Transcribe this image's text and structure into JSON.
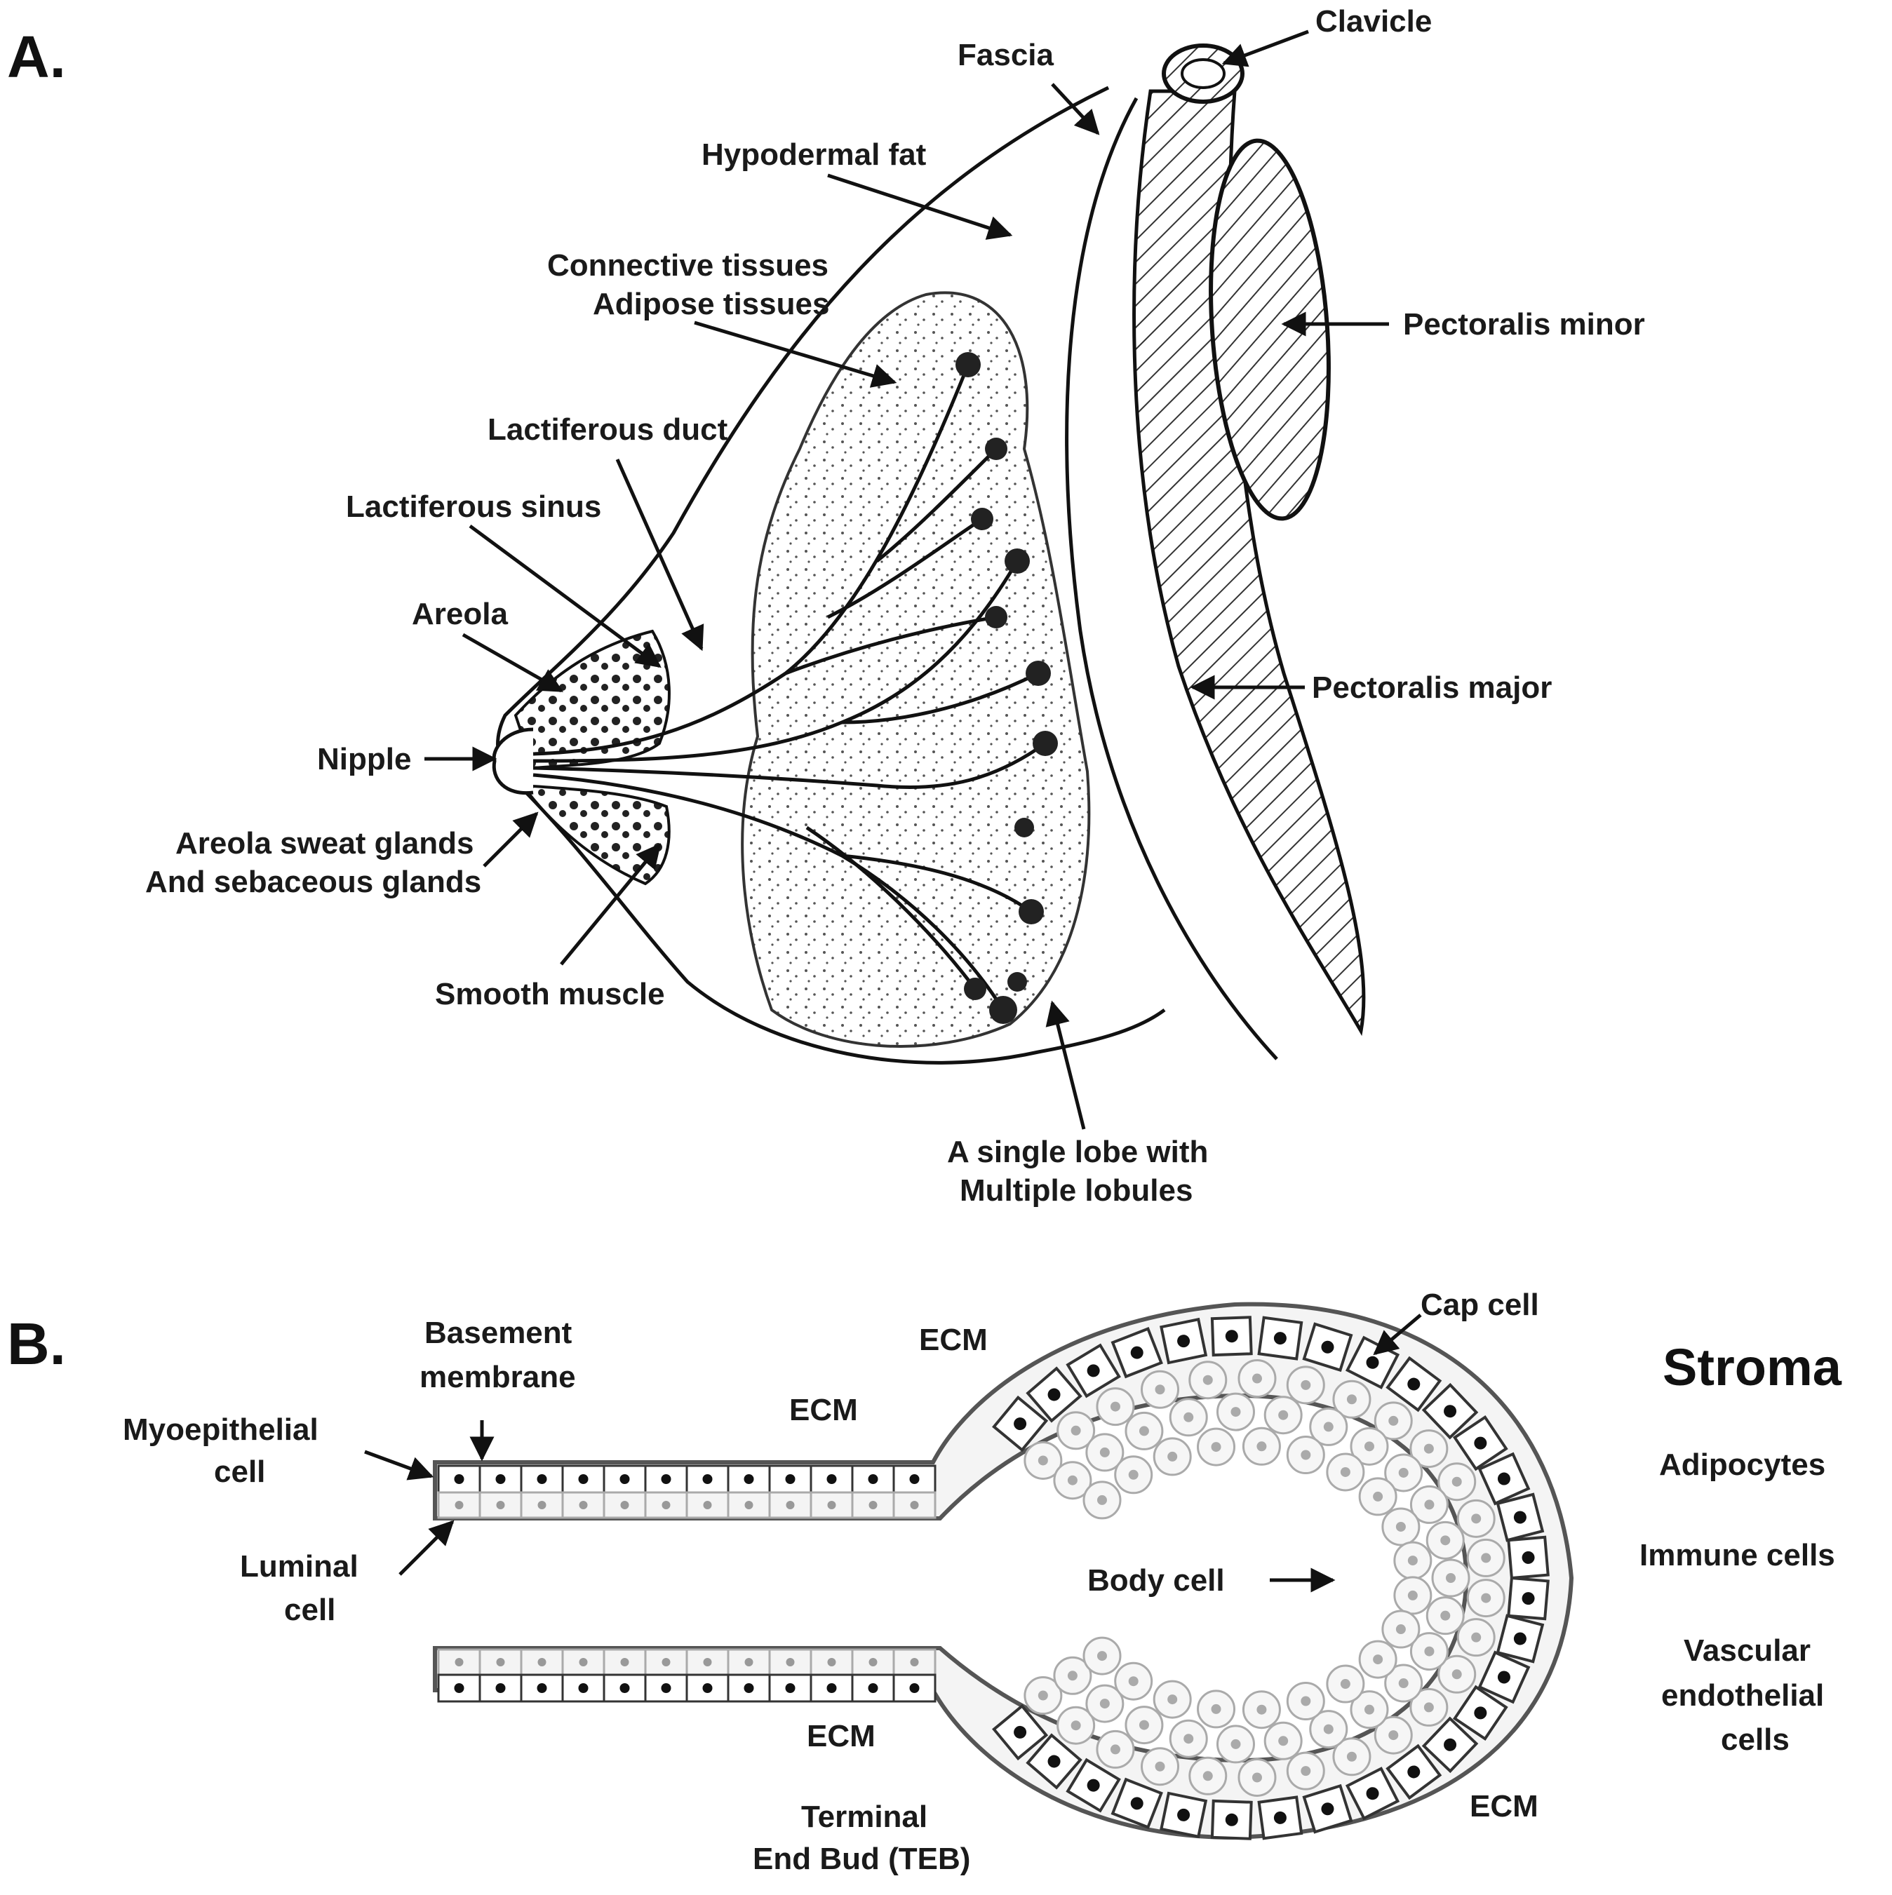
{
  "panel_a": {
    "letter": "A.",
    "labels": {
      "clavicle": "Clavicle",
      "fascia": "Fascia",
      "hypodermal_fat": "Hypodermal fat",
      "connective_1": "Connective tissues",
      "connective_2": "Adipose tissues",
      "pectoralis_minor": "Pectoralis minor",
      "lactiferous_duct": "Lactiferous duct",
      "lactiferous_sinus": "Lactiferous sinus",
      "areola": "Areola",
      "pectoralis_major": "Pectoralis major",
      "nipple": "Nipple",
      "sweat_1": "Areola sweat glands",
      "sweat_2": "And sebaceous glands",
      "smooth_muscle": "Smooth muscle",
      "lobe_1": "A single lobe with",
      "lobe_2": "Multiple lobules"
    }
  },
  "panel_b": {
    "letter": "B.",
    "labels": {
      "basement_1": "Basement",
      "basement_2": "membrane",
      "ecm_top": "ECM",
      "ecm_mid": "ECM",
      "cap_cell": "Cap cell",
      "myo_1": "Myoepithelial",
      "myo_2": "cell",
      "luminal_1": "Luminal",
      "luminal_2": "cell",
      "body_cell": "Body cell",
      "ecm_bottom": "ECM",
      "ecm_right": "ECM",
      "teb_1": "Terminal",
      "teb_2": "End Bud (TEB)"
    },
    "stroma": {
      "title": "Stroma",
      "adipocytes": "Adipocytes",
      "immune": "Immune cells",
      "vascular_1": "Vascular",
      "vascular_2": "endothelial",
      "vascular_3": "cells"
    }
  }
}
